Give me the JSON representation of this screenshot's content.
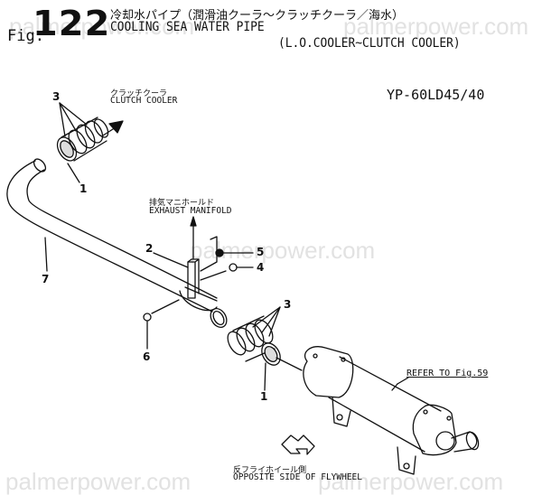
{
  "header": {
    "fig_prefix": "Fig.",
    "fig_number": "122",
    "title_jp": "冷却水パイプ（潤滑油クーラ～クラッチクーラ／海水）",
    "title_en_line1": "COOLING SEA WATER PIPE",
    "title_en_line2": "(L.O.COOLER~CLUTCH COOLER)"
  },
  "model": "YP-60LD45/40",
  "labels": {
    "clutch_cooler": {
      "jp": "クラッチクーラ",
      "en": "CLUTCH COOLER"
    },
    "exhaust_manifold": {
      "jp": "排気マニホールド",
      "en": "EXHAUST MANIFOLD"
    },
    "refer": "REFER TO Fig.59",
    "opposite_side": {
      "jp": "反フライホイール側",
      "en": "OPPOSITE SIDE OF FLYWHEEL"
    }
  },
  "callouts": [
    {
      "id": "3a",
      "text": "3"
    },
    {
      "id": "1a",
      "text": "1"
    },
    {
      "id": "7",
      "text": "7"
    },
    {
      "id": "2",
      "text": "2"
    },
    {
      "id": "5",
      "text": "5"
    },
    {
      "id": "4",
      "text": "4"
    },
    {
      "id": "3b",
      "text": "3"
    },
    {
      "id": "6",
      "text": "6"
    },
    {
      "id": "1b",
      "text": "1"
    }
  ],
  "watermark": {
    "text_top": "palmerpower.com",
    "text_mid": "palmerpower.com",
    "text_bottom_left": "palmerpower.com",
    "text_bottom_right": "palmerpower.com"
  }
}
